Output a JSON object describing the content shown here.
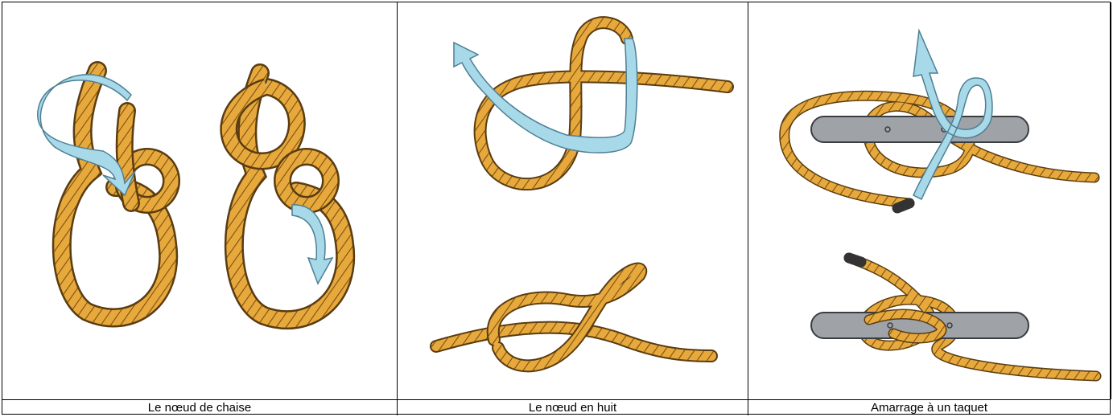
{
  "colors": {
    "rope_fill": "#e7a93b",
    "rope_outline": "#5a3c10",
    "rope_twist": "#7a5016",
    "arrow_fill": "#a8d9e8",
    "arrow_outline": "#4d7f95",
    "cleat_fill": "#9fa3a7",
    "cleat_outline": "#3a3d40",
    "rope_tip": "#333333"
  },
  "icons": {
    "bowline": "bowline-knot-illustration",
    "figure_eight": "figure-eight-knot-illustration",
    "cleat": "cleat-hitch-illustration"
  },
  "captions": [
    "Le nœud de chaise",
    "Le nœud en huit",
    "Amarrage à un taquet"
  ]
}
